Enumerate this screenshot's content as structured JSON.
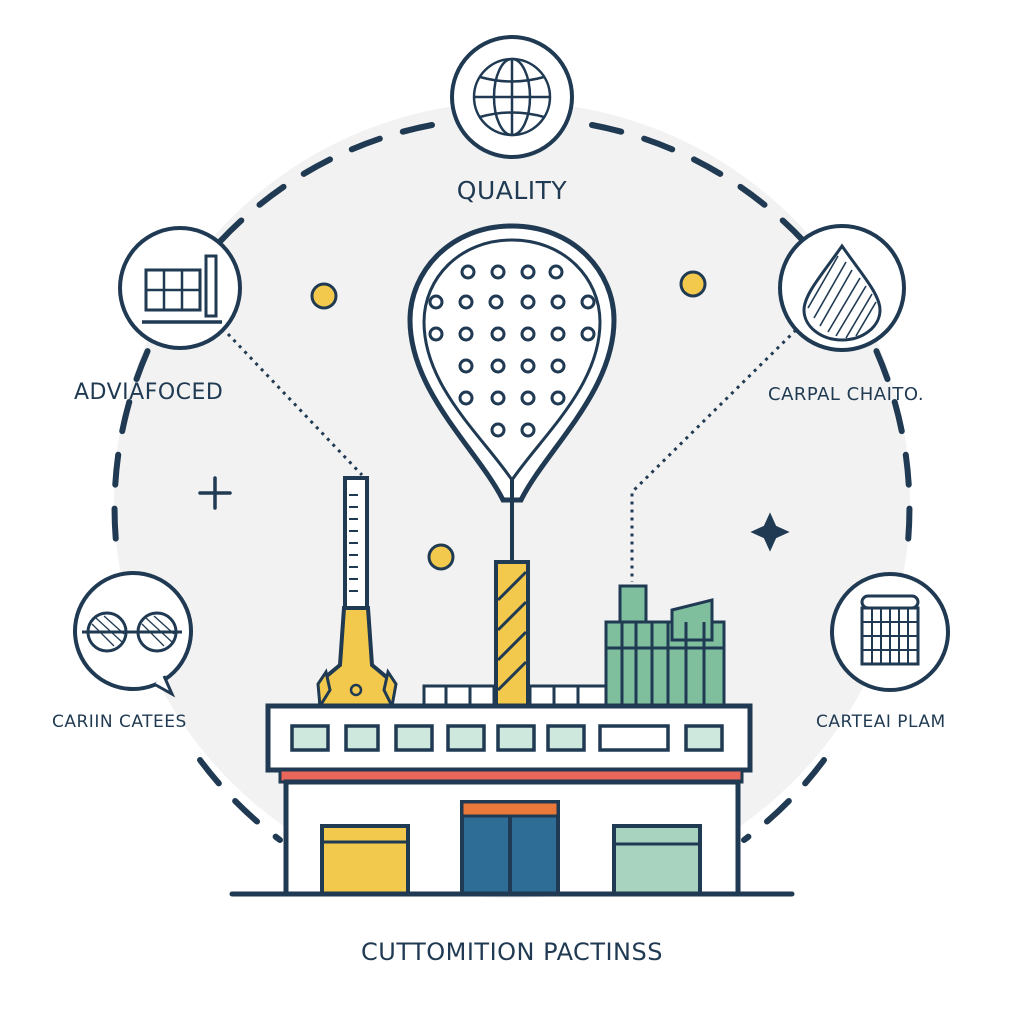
{
  "labels": {
    "top": "QUALITY",
    "top_left": "ADVIAFOCED",
    "top_right": "CARPAL CHAITO.",
    "bottom_left": "CARIIN CATEES",
    "bottom_right": "CARTEAI PLAM",
    "footer": "CUTTOMITION PACTINSS"
  },
  "nodes": [
    {
      "id": "top",
      "icon": "globe-icon"
    },
    {
      "id": "top_left",
      "icon": "window-panel-icon"
    },
    {
      "id": "top_right",
      "icon": "droplet-icon"
    },
    {
      "id": "bottom_left",
      "icon": "goggles-icon"
    },
    {
      "id": "bottom_right",
      "icon": "keypad-icon"
    }
  ],
  "colors": {
    "outline": "#1f3a52",
    "yellow": "#f2c94c",
    "green": "#7fbf9e",
    "blue": "#2e6e96",
    "red": "#e8675a",
    "orange": "#e8793a",
    "background": "#f2f2f2"
  }
}
